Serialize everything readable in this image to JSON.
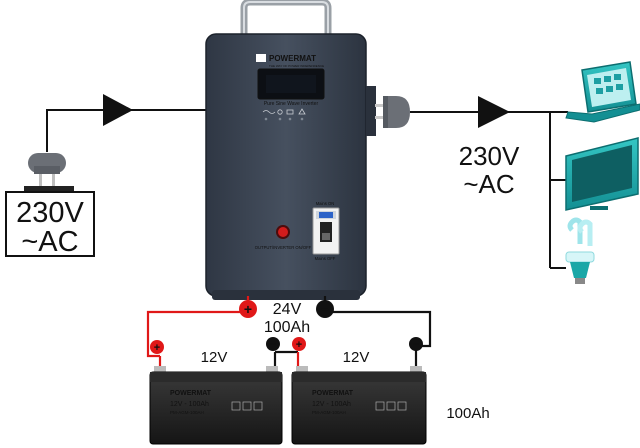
{
  "inverter": {
    "brand": "POWERMAT",
    "tagline": "THE WAY OF POWER INDEPENDENCE",
    "model_text": "Pure Sine Wave Inverter",
    "power_button_label": "OUTPUT/INVERTER ON/OFF",
    "breaker_top_label": "Mains ON",
    "breaker_bottom_label": "Mains OFF"
  },
  "input": {
    "voltage_line1": "230V",
    "voltage_line2": "~AC"
  },
  "output": {
    "voltage_line1": "230V",
    "voltage_line2": "~AC"
  },
  "system": {
    "voltage": "24V",
    "capacity": "100Ah"
  },
  "batteries": [
    {
      "brand": "POWERMAT",
      "voltage": "12V",
      "label": "12V - 100Ah",
      "code": "PM-AGM-100AH"
    },
    {
      "brand": "POWERMAT",
      "voltage": "12V",
      "label": "12V - 100Ah",
      "code": "PM-AGM-100AH"
    }
  ],
  "battery_capacity_label": "100Ah",
  "terminals": {
    "positive": "+",
    "negative": "−"
  },
  "colors": {
    "positive_wire": "#e01818",
    "negative_wire": "#111111",
    "device_teal": "#1aa7a7",
    "inverter_body": "#3a4351"
  }
}
